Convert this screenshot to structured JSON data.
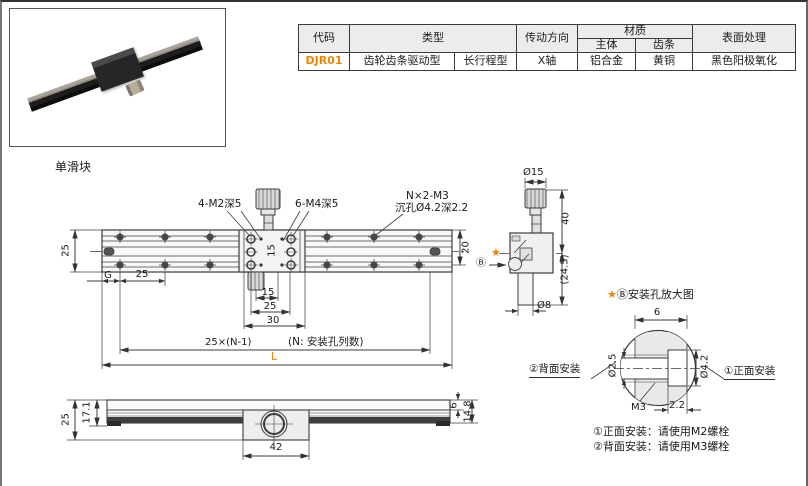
{
  "colors": {
    "accent_orange": "#f08300",
    "line_dark": "#3c3c3c",
    "table_header_bg": "#ececec"
  },
  "spec_table": {
    "headers": {
      "code": "代码",
      "type": "类型",
      "direction": "传动方向",
      "material": "材质",
      "material_body": "主体",
      "material_rack": "齿条",
      "finish": "表面处理"
    },
    "row": {
      "code": "DJR01",
      "type_1": "齿轮齿条驱动型",
      "type_2": "长行程型",
      "direction": "X轴",
      "material_body": "铝合金",
      "material_rack": "黄铜",
      "finish": "黑色阳极氧化"
    }
  },
  "section_label": "单滑块",
  "plan_view": {
    "callout_m2": "4-M2深5",
    "callout_m4": "6-M4深5",
    "callout_m3_line1": "N×2-M3",
    "callout_m3_line2": "沉孔Ø4.2深2.2",
    "dim_height": "25",
    "dim_g": "G",
    "dim_pitch": "25",
    "dim_block_height": "15",
    "dim_right_height": "20",
    "dim_knob_offset": "15",
    "dim_block_25": "25",
    "dim_block_30": "30",
    "dim_span": "25×(N-1)",
    "dim_span_note": "(N: 安装孔列数)",
    "dim_length": "L"
  },
  "side_view": {
    "dim_knob_dia": "Ø15",
    "dim_height": "40",
    "dim_height2": "(24.5)",
    "dim_shaft_dia": "Ø8",
    "marker_star": "★",
    "marker_b": "Ⓑ"
  },
  "front_view": {
    "dim_total_height": "25",
    "dim_height2": "17.1",
    "dim_block_width": "42",
    "dim_rail_top": "6",
    "dim_rail_height": "14.8"
  },
  "detail_view": {
    "title_star": "★",
    "title_text": "Ⓑ安装孔放大图",
    "dim_width": "6",
    "dim_small_dia": "Ø2.5",
    "dim_big_dia": "Ø4.2",
    "label_thread": "M3",
    "dim_depth": "2.2",
    "label_front": "①正面安装",
    "label_back": "②背面安装",
    "note_front": "①正面安装：请使用M2螺栓",
    "note_back": "②背面安装：请使用M3螺栓"
  }
}
